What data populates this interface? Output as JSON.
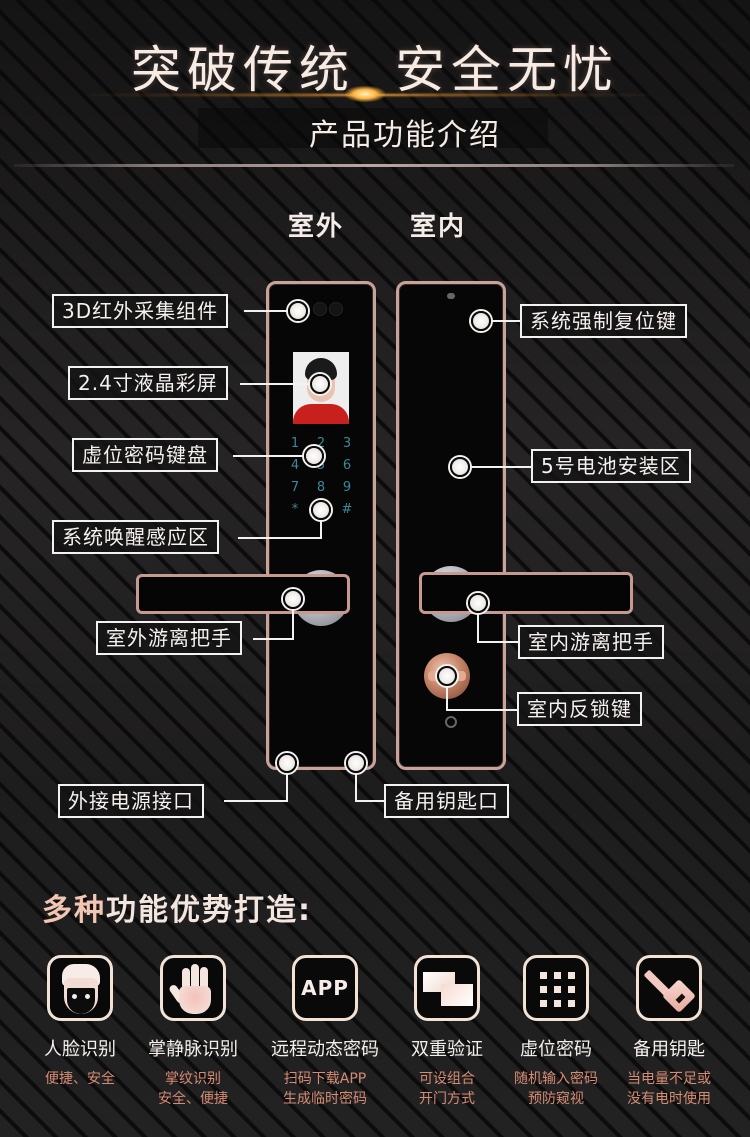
{
  "header": {
    "title_part1": "突破传统",
    "title_part2": "安全无忧",
    "subtitle": "产品功能介绍"
  },
  "sides": {
    "outdoor": "室外",
    "indoor": "室内"
  },
  "lock": {
    "keypad_keys": [
      "1",
      "2",
      "3",
      "4",
      "5",
      "6",
      "7",
      "8",
      "9",
      "*",
      "0",
      "#"
    ]
  },
  "callouts": {
    "ir_module": "3D红外采集组件",
    "lcd_screen": "2.4寸液晶彩屏",
    "virtual_keypad": "虚位密码键盘",
    "wake_sensor": "系统唤醒感应区",
    "outdoor_handle": "室外游离把手",
    "external_power": "外接电源接口",
    "spare_keyhole": "备用钥匙口",
    "reset_button": "系统强制复位键",
    "battery_area": "5号电池安装区",
    "indoor_handle": "室内游离把手",
    "indoor_lock_button": "室内反锁键"
  },
  "features": {
    "title_accent": "多种",
    "title_rest": "功能优势打造:",
    "items": [
      {
        "icon": "face-icon",
        "name": "人脸识别",
        "desc1": "便捷、安全",
        "desc2": ""
      },
      {
        "icon": "palm-icon",
        "name": "掌静脉识别",
        "desc1": "掌纹识别",
        "desc2": "安全、便捷"
      },
      {
        "icon": "app-icon",
        "icon_text": "APP",
        "name": "远程动态密码",
        "desc1": "扫码下载APP",
        "desc2": "生成临时密码"
      },
      {
        "icon": "dual-verify-icon",
        "name": "双重验证",
        "desc1": "可设组合",
        "desc2": "开门方式"
      },
      {
        "icon": "keypad-grid-icon",
        "name": "虚位密码",
        "desc1": "随机输入密码",
        "desc2": "预防窥视"
      },
      {
        "icon": "key-icon",
        "name": "备用钥匙",
        "desc1": "当电量不足或",
        "desc2": "没有电时使用"
      }
    ]
  },
  "colors": {
    "accent_rose_gold": "#c8a39a",
    "desc_text": "#d68b74",
    "keypad_digits": "#3d8796"
  }
}
